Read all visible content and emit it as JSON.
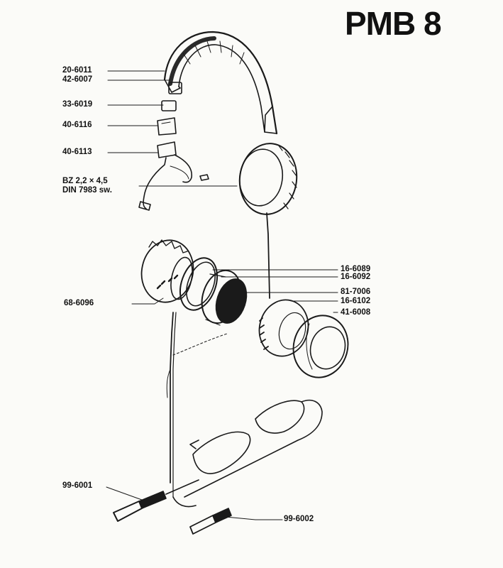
{
  "title": "PMB 8",
  "colors": {
    "ink": "#1a1a1a",
    "paper": "#fbfbf8"
  },
  "labels": {
    "p20_6011": "20-6011",
    "p42_6007": "42-6007",
    "p33_6019": "33-6019",
    "p40_6116": "40-6116",
    "p40_6113": "40-6113",
    "screw_line1": "BZ 2,2 × 4,5",
    "screw_line2": "DIN 7983 sw.",
    "p68_6096": "68-6096",
    "p16_6089": "16-6089",
    "p16_6092": "16-6092",
    "p81_7006": "81-7006",
    "p16_6102": "16-6102",
    "p41_6008": "41-6008",
    "p99_6001": "99-6001",
    "p99_6002": "99-6002"
  }
}
